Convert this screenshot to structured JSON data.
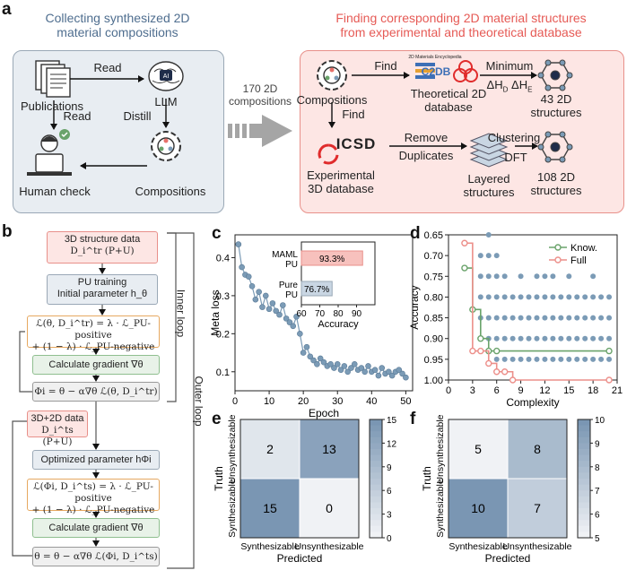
{
  "panel_a": {
    "label": "a",
    "left_title": [
      "Collecting synthesized 2D",
      "material compositions"
    ],
    "right_title": [
      "Finding corresponding 2D material structures",
      "from experimental and theoretical database"
    ],
    "publications": "Publications",
    "llm": "LLM",
    "read_top": "Read",
    "read_left": "Read",
    "distill": "Distill",
    "human_check": "Human check",
    "compositions_left": "Compositions",
    "arrow_text": [
      "170 2D",
      "compositions"
    ],
    "compositions_right": "Compositions",
    "find_top": "Find",
    "find_down": "Find",
    "c2db_header": "2D Materials Encyclopedia",
    "c2db": "C2DB",
    "theoretical_db": [
      "Theoretical 2D",
      "database"
    ],
    "minimum": "Minimum",
    "delta_text": "ΔH",
    "delta_sub_d": "D",
    "delta_sub_e": "E",
    "structures_43": [
      "43 2D",
      "structures"
    ],
    "icsd": "ICSD",
    "experimental_db": [
      "Experimental",
      "3D database"
    ],
    "remove": "Remove",
    "duplicates": "Duplicates",
    "layered": [
      "Layered",
      "structures"
    ],
    "clustering": "Clustering",
    "dft": "DFT",
    "structures_108": [
      "108 2D",
      "structures"
    ]
  },
  "panel_b": {
    "label": "b",
    "box1": [
      "3D structure data",
      "D_i^tr (P+U)"
    ],
    "box2": [
      "PU training",
      "Initial parameter h_θ"
    ],
    "box3": [
      "ℒ(θ, D_i^tr) = λ · ℒ_PU-positive",
      "+ (1 − λ) · ℒ_PU-negative"
    ],
    "box4": "Calculate gradient ∇θ",
    "box5": "Φi = θ − α∇θ ℒ(θ, D_i^tr)",
    "box6": [
      "3D+2D data",
      "D_i^ts (P+U)"
    ],
    "box7": "Optimized parameter hΦi",
    "box8": [
      "ℒ(Φi, D_i^ts) = λ · ℒ_PU-positive",
      "+ (1 − λ) · ℒ_PU-negative"
    ],
    "box9": "Calculate gradient ∇θ",
    "box10": "θ = θ − α∇θ ℒ(Φi, D_i^ts)",
    "inner_loop": "Inner loop",
    "outer_loop": "Outer loop"
  },
  "chart_data": [
    {
      "id": "c",
      "type": "line",
      "xlabel": "Epoch",
      "ylabel": "Meta loss",
      "xlim": [
        0,
        52
      ],
      "ylim": [
        0.05,
        0.46
      ],
      "xticks": [
        0,
        10,
        20,
        30,
        40,
        50
      ],
      "yticks": [
        0.1,
        0.2,
        0.3,
        0.4
      ],
      "x": [
        1,
        2,
        3,
        4,
        5,
        6,
        7,
        8,
        9,
        10,
        11,
        12,
        13,
        14,
        15,
        16,
        17,
        18,
        19,
        20,
        21,
        22,
        23,
        24,
        25,
        26,
        27,
        28,
        29,
        30,
        31,
        32,
        33,
        34,
        35,
        36,
        37,
        38,
        39,
        40,
        41,
        42,
        43,
        44,
        45,
        46,
        47,
        48,
        49,
        50
      ],
      "y": [
        0.435,
        0.375,
        0.355,
        0.35,
        0.325,
        0.29,
        0.31,
        0.27,
        0.3,
        0.265,
        0.28,
        0.26,
        0.25,
        0.275,
        0.24,
        0.23,
        0.22,
        0.245,
        0.2,
        0.15,
        0.165,
        0.14,
        0.13,
        0.12,
        0.135,
        0.125,
        0.115,
        0.12,
        0.11,
        0.12,
        0.105,
        0.115,
        0.1,
        0.11,
        0.12,
        0.105,
        0.11,
        0.1,
        0.115,
        0.1,
        0.105,
        0.09,
        0.11,
        0.095,
        0.1,
        0.09,
        0.1,
        0.105,
        0.095,
        0.085
      ],
      "inset": {
        "type": "bar",
        "categories": [
          "MAML PU",
          "Pure PU"
        ],
        "category_lines": [
          [
            "MAML",
            "PU"
          ],
          [
            "Pure",
            "PU"
          ]
        ],
        "values": [
          93.3,
          76.7
        ],
        "labels": [
          "93.3%",
          "76.7%"
        ],
        "xlabel": "Accuracy",
        "xlim": [
          60,
          100
        ],
        "xticks": [
          60,
          70,
          80,
          90
        ],
        "colors": [
          "#f7c1bd",
          "#c9d6e3"
        ]
      }
    },
    {
      "id": "d",
      "type": "scatter",
      "xlabel": "Complexity",
      "ylabel": "Accuracy",
      "xlim": [
        0,
        21
      ],
      "ylim": [
        0.65,
        1.0
      ],
      "y_inverted": true,
      "xticks": [
        0,
        3,
        6,
        9,
        12,
        15,
        18,
        21
      ],
      "yticks": [
        0.65,
        0.7,
        0.75,
        0.8,
        0.85,
        0.9,
        0.95,
        1.0
      ],
      "grid_columns": [
        4,
        5,
        6,
        7,
        8,
        9,
        10,
        11,
        12,
        13,
        14,
        15,
        16,
        17,
        18,
        19,
        20
      ],
      "column_min_accuracy": [
        0.7,
        0.65,
        0.7,
        0.75,
        0.8,
        0.75,
        0.8,
        0.75,
        0.75,
        0.75,
        0.8,
        0.75,
        0.8,
        0.8,
        0.75,
        0.8,
        0.8
      ],
      "column_max_accuracy": [
        0.9,
        0.9,
        0.95,
        0.95,
        0.95,
        0.95,
        0.95,
        0.95,
        0.95,
        0.95,
        0.95,
        0.95,
        0.95,
        0.95,
        0.95,
        0.95,
        0.95
      ],
      "series": [
        {
          "name": "Know.",
          "color": "#6aa36b",
          "x": [
            2,
            3,
            4,
            5,
            6,
            20
          ],
          "y": [
            0.73,
            0.83,
            0.9,
            0.93,
            0.93,
            0.93
          ]
        },
        {
          "name": "Full",
          "color": "#ec8f8a",
          "x": [
            2,
            3,
            4,
            5,
            6,
            7,
            8,
            20
          ],
          "y": [
            0.67,
            0.93,
            0.93,
            0.96,
            0.98,
            0.98,
            1.0,
            1.0
          ]
        }
      ],
      "legend": "top-right",
      "point_color": "#7b9bb6"
    },
    {
      "id": "e",
      "type": "heatmap",
      "xlabel": "Predicted",
      "ylabel": "Truth",
      "x_categories": [
        "Synthesizable",
        "Unsynthesizable"
      ],
      "y_categories": [
        "Unsynthesizable",
        "Synthesizable"
      ],
      "values": [
        [
          2,
          13
        ],
        [
          15,
          0
        ]
      ],
      "colorbar_range": [
        0,
        15
      ],
      "colorbar_ticks": [
        0,
        3,
        6,
        9,
        12,
        15
      ]
    },
    {
      "id": "f",
      "type": "heatmap",
      "xlabel": "Predicted",
      "ylabel": "Truth",
      "x_categories": [
        "Synthesizable",
        "Unsynthesizable"
      ],
      "y_categories": [
        "Unsynthesizable",
        "Synthesizable"
      ],
      "values": [
        [
          5,
          8
        ],
        [
          10,
          7
        ]
      ],
      "colorbar_range": [
        5,
        10
      ],
      "colorbar_ticks": [
        5,
        6,
        7,
        8,
        9,
        10
      ]
    }
  ],
  "labels": {
    "c": "c",
    "d": "d",
    "e": "e",
    "f": "f"
  }
}
